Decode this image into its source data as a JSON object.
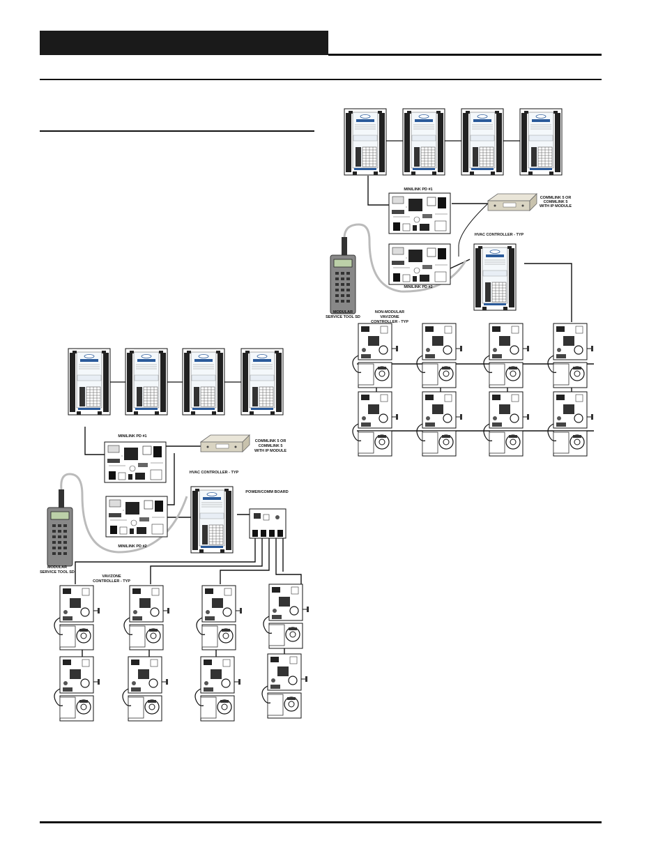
{
  "header": {
    "bar_color": "#1a1a1a"
  },
  "diagram_a": {
    "minilink_1": "MINILINK PD #1",
    "minilink_2": "MINILINK PD #2",
    "commlink": [
      "COMMLINK 5 OR",
      "COMMLINK 5",
      "WITH IP MODULE"
    ],
    "hvac": "HVAC CONTROLLER - TYP",
    "power_comm": "POWER/COMM BOARD",
    "service_tool": [
      "MODULAR",
      "SERVICE TOOL SD"
    ],
    "vav_zone": [
      "VAV/ZONE",
      "CONTROLLER - TYP"
    ]
  },
  "diagram_b": {
    "minilink_1": "MINILINK PD #1",
    "minilink_2": "MINILINK PD #2",
    "commlink": [
      "COMMLINK 5 OR",
      "COMMLINK 5",
      "WITH IP MODULE"
    ],
    "hvac": "HVAC CONTROLLER - TYP",
    "service_tool": [
      "MODULAR",
      "SERVICE TOOL SD"
    ],
    "non_modular": [
      "NON-MODULAR",
      "VAV/ZONE",
      "CONTROLLER - TYP"
    ]
  }
}
